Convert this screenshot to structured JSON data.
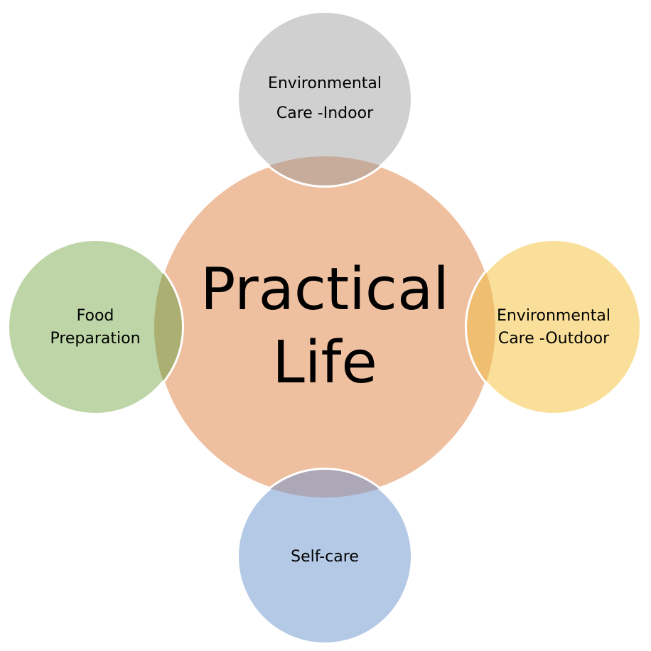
{
  "diagram": {
    "center": {
      "line1": "Practical",
      "line2": "Life",
      "color": "#EFC0A0"
    },
    "nodes": {
      "top": {
        "line1": "Environmental",
        "line2": "Care -Indoor",
        "color": "#D0D0D0"
      },
      "left": {
        "line1": "Food",
        "line2": "Preparation",
        "color": "#BDD5A7"
      },
      "right": {
        "line1": "Environmental",
        "line2": "Care -Outdoor",
        "color": "#F9DF99"
      },
      "bottom": {
        "line1": "Self-care",
        "color": "#B3C9E6"
      }
    },
    "overlap_colors": {
      "top": "#C7AC9B",
      "left": "#ABAF71",
      "right": "#F0BE70",
      "bottom": "#ADA8B8"
    },
    "outline_color": "#FFFFFF"
  }
}
